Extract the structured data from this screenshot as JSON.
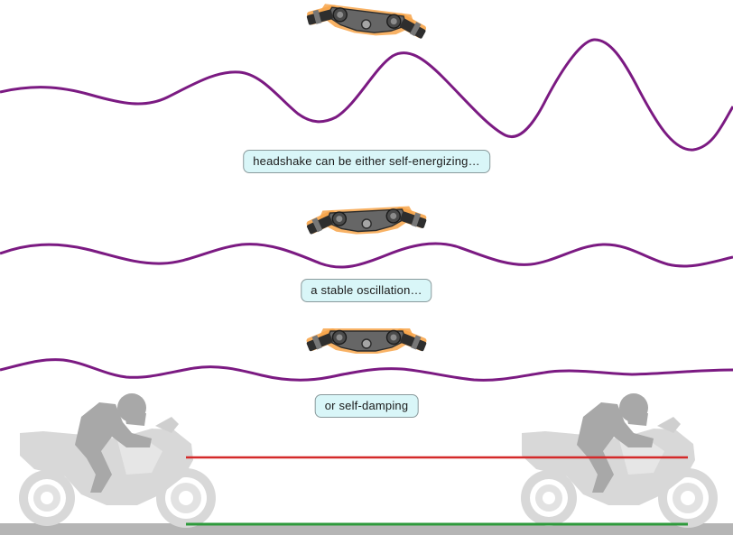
{
  "captions": {
    "energizing": "headshake can be either self-energizing…",
    "stable": "a stable oscillation…",
    "damping": "or self-damping"
  },
  "colors": {
    "wave": "#7b1a82",
    "handlebar_glow": "#f7a54a",
    "handlebar_body": "#555555",
    "rider_silhouette": "#a8a8a8",
    "bike_silhouette": "#d8d8d8",
    "ground": "#b5b5b5",
    "red_line": "#d42a2a",
    "green_line": "#2e9a3c"
  }
}
